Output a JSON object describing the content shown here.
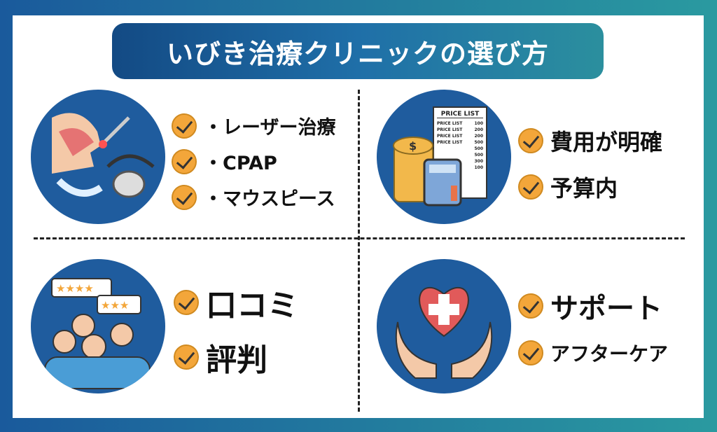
{
  "title": "いびき治療クリニックの選び方",
  "quadrants": [
    {
      "icon": "snoring-treatment-icon",
      "items": [
        "・レーザー治療",
        "・CPAP",
        "・マウスピース"
      ]
    },
    {
      "icon": "price-list-icon",
      "price_list": {
        "heading": "PRICE LIST",
        "rows": [
          [
            "PRICE LIST",
            "100"
          ],
          [
            "PRICE LIST",
            "200"
          ],
          [
            "PRICE LIST",
            "200"
          ],
          [
            "PRICE LIST",
            "500"
          ],
          [
            "",
            "500"
          ],
          [
            "",
            "500"
          ],
          [
            "",
            "300"
          ],
          [
            "",
            "100"
          ]
        ]
      },
      "items": [
        "費用が明確",
        "予算内"
      ]
    },
    {
      "icon": "reviews-icon",
      "items": [
        "口コミ",
        "評判"
      ]
    },
    {
      "icon": "care-hands-icon",
      "items": [
        "サポート",
        "アフターケア"
      ]
    }
  ],
  "colors": {
    "circle": "#1f5c9e",
    "check": "#f3a63a"
  }
}
